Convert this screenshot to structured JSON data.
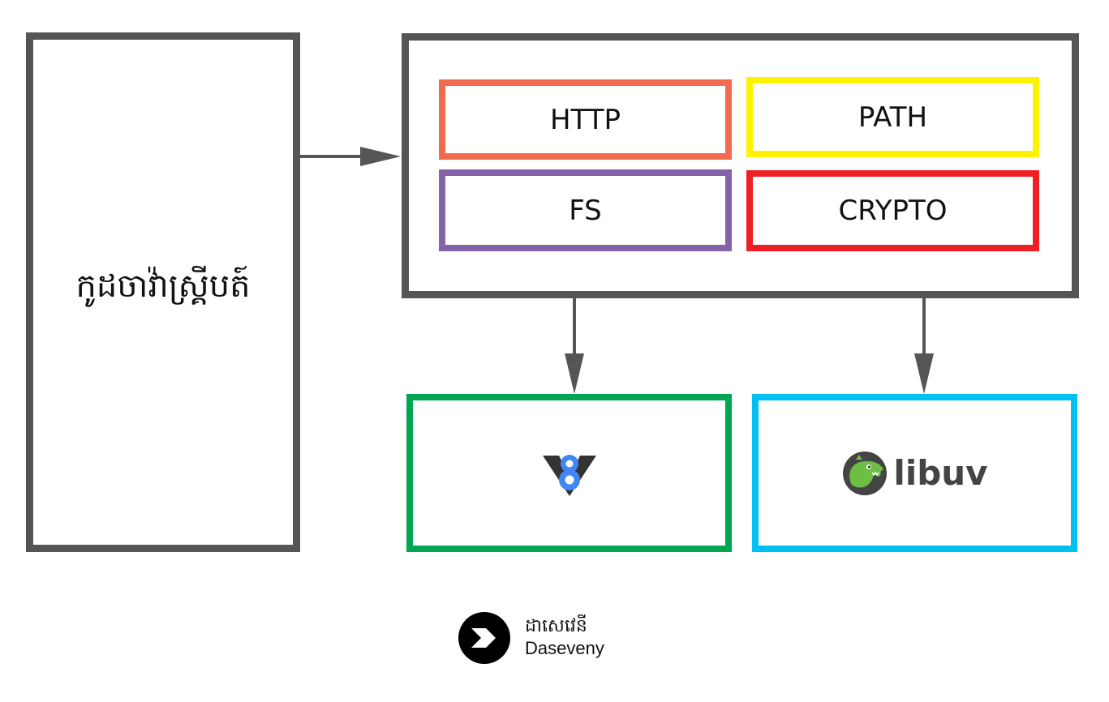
{
  "colors": {
    "frame": "#555555",
    "http": "#F26B4F",
    "path": "#FFF200",
    "fs": "#8563A9",
    "crypto": "#EE1F25",
    "v8": "#00A651",
    "libuv": "#00BFF3",
    "v8_blue": "#4285F4",
    "v8_dark": "#333333",
    "libuv_dino": "#6DBE45"
  },
  "script_box": {
    "label": "កូដចាវ៉ាស្គ្រីបត៍"
  },
  "api_box": {
    "modules": [
      {
        "label": "HTTP"
      },
      {
        "label": "PATH"
      },
      {
        "label": "FS"
      },
      {
        "label": "CRYPTO"
      }
    ]
  },
  "engines": {
    "v8": {
      "icon": "v8-logo-icon"
    },
    "libuv": {
      "icon": "libuv-dinosaur-icon",
      "label": "libuv"
    }
  },
  "brand": {
    "icon": "chevron-right-circle-icon",
    "name_kh": "ដាសេវេនី",
    "name_en": "Daseveny"
  }
}
